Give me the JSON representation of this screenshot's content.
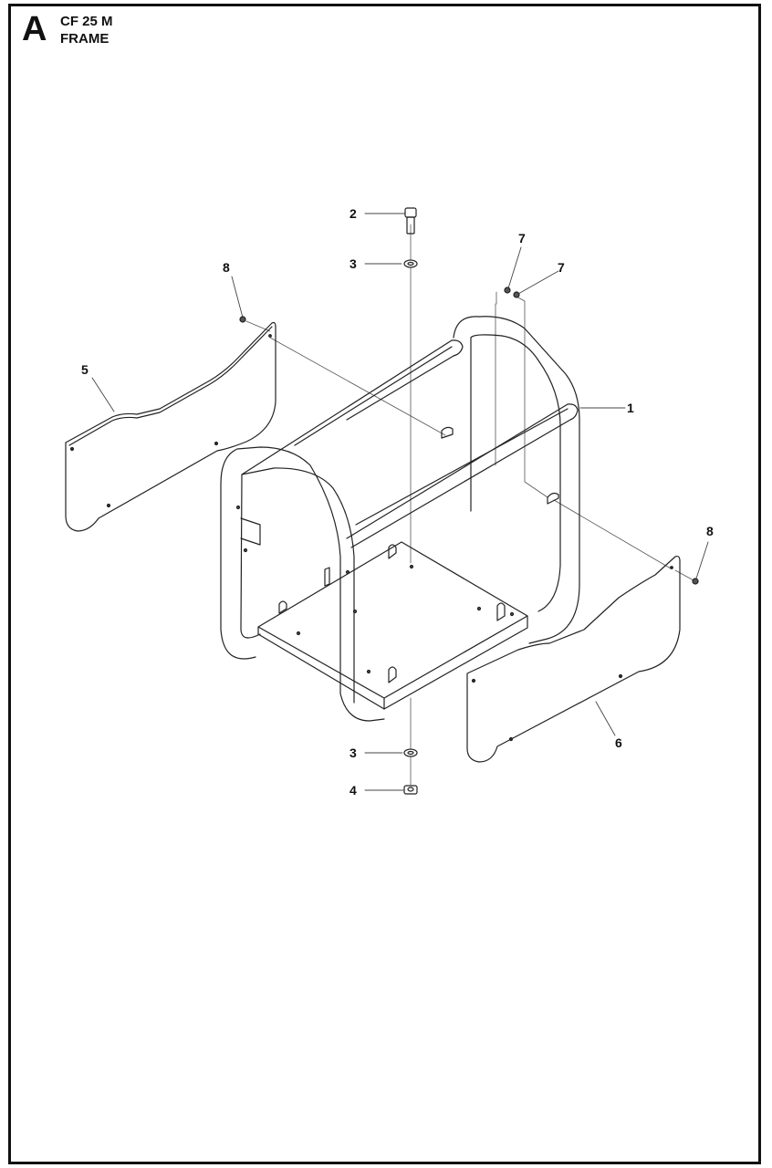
{
  "header": {
    "section_letter": "A",
    "model": "CF 25 M",
    "title": "FRAME"
  },
  "callouts": [
    {
      "id": "1",
      "label": "1",
      "part": "frame"
    },
    {
      "id": "2",
      "label": "2",
      "part": "bolt"
    },
    {
      "id": "3a",
      "label": "3",
      "part": "washer-top"
    },
    {
      "id": "3b",
      "label": "3",
      "part": "washer-bottom"
    },
    {
      "id": "4",
      "label": "4",
      "part": "nut"
    },
    {
      "id": "5",
      "label": "5",
      "part": "side-panel-left"
    },
    {
      "id": "6",
      "label": "6",
      "part": "side-panel-right"
    },
    {
      "id": "7a",
      "label": "7",
      "part": "nut-small-a"
    },
    {
      "id": "7b",
      "label": "7",
      "part": "nut-small-b"
    },
    {
      "id": "8a",
      "label": "8",
      "part": "screw-left"
    },
    {
      "id": "8b",
      "label": "8",
      "part": "screw-right"
    }
  ]
}
